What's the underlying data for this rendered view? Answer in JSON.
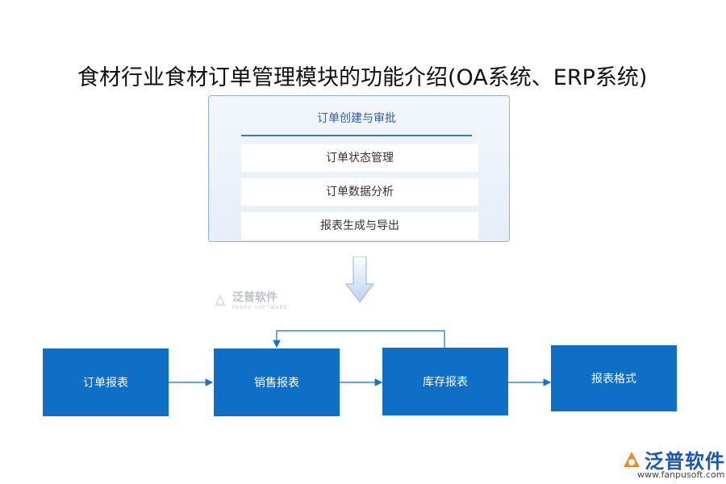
{
  "title": "食材行业食材订单管理模块的功能介绍(OA系统、ERP系统)",
  "panel": {
    "header": "订单创建与审批",
    "items": [
      "订单状态管理",
      "订单数据分析",
      "报表生成与导出"
    ]
  },
  "watermark": {
    "cn": "泛普软件",
    "en": "FANPU SOFTWARE"
  },
  "flow": {
    "boxes": [
      "订单报表",
      "销售报表",
      "库存报表",
      "报表格式"
    ]
  },
  "logo": {
    "cn": "泛普软件",
    "url": "www.fanpusoft.com"
  },
  "colors": {
    "box": "#0f6fc6",
    "panel_border": "#8fb4dd",
    "header_line": "#3a78c6"
  }
}
